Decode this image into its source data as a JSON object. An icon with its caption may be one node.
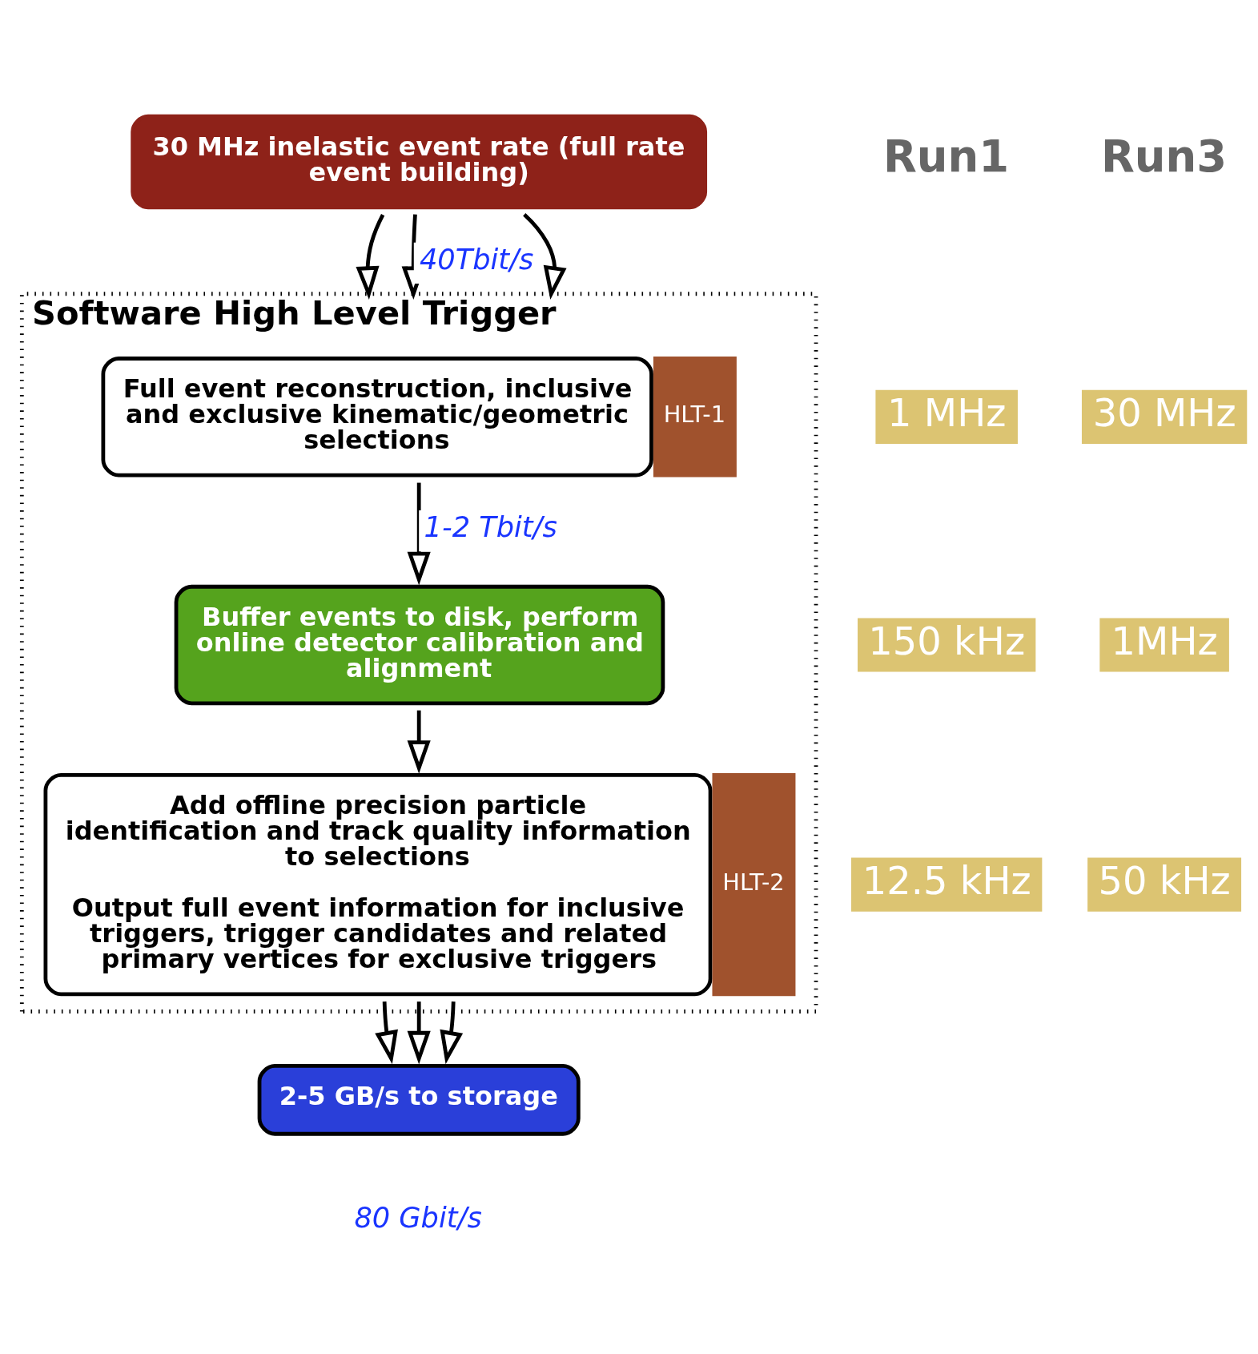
{
  "diagram": {
    "nodes": [
      {
        "text": [
          "30 MHz inelastic event rate (full rate event building)"
        ]
      },
      {
        "text": [
          "Software High Level Trigger"
        ]
      },
      {
        "text": [
          "Full event reconstruction, inclusive and exclusive kinematic/geometric selections"
        ],
        "beside": [
          "HLT-1"
        ],
        "in": 1
      },
      {
        "text": [
          "Buffer events to disk, perform online detector calibration and alignment"
        ],
        "in": 1
      },
      {
        "text": [
          "Add offline precision particle identification and track quality information to selections",
          "Output full event information for inclusive triggers, trigger candidates and related primary vertices for exclusive triggers"
        ],
        "beside": [
          "HLT-2"
        ],
        "in": 1
      },
      {
        "text": [
          "2-5 GB/s to storage"
        ]
      }
    ],
    "edges": [
      {
        "from": 0,
        "to": 1,
        "arrow": "to"
      },
      {
        "from": 0,
        "to": 1,
        "arrow": "to",
        "label": "40Tbit/s"
      },
      {
        "from": 0,
        "to": 1,
        "arrow": "to"
      },
      {
        "from": 2,
        "to": 3,
        "arrow": "to",
        "label": "1-2 Tbit/s"
      },
      {
        "from": 3,
        "to": 4,
        "arrow": "to"
      },
      {
        "from": 4,
        "to": 5,
        "arrow": "to"
      },
      {
        "from": 4,
        "to": 5,
        "arrow": "to"
      },
      {
        "from": 4,
        "to": 5,
        "arrow": "to"
      }
    ],
    "labels": [
      "Run1",
      "Run3",
      "1 MHz",
      "30 MHz",
      "150 kHz",
      "1MHz",
      "12.5 kHz",
      "50 kHz",
      "80 Gbit/s"
    ]
  }
}
